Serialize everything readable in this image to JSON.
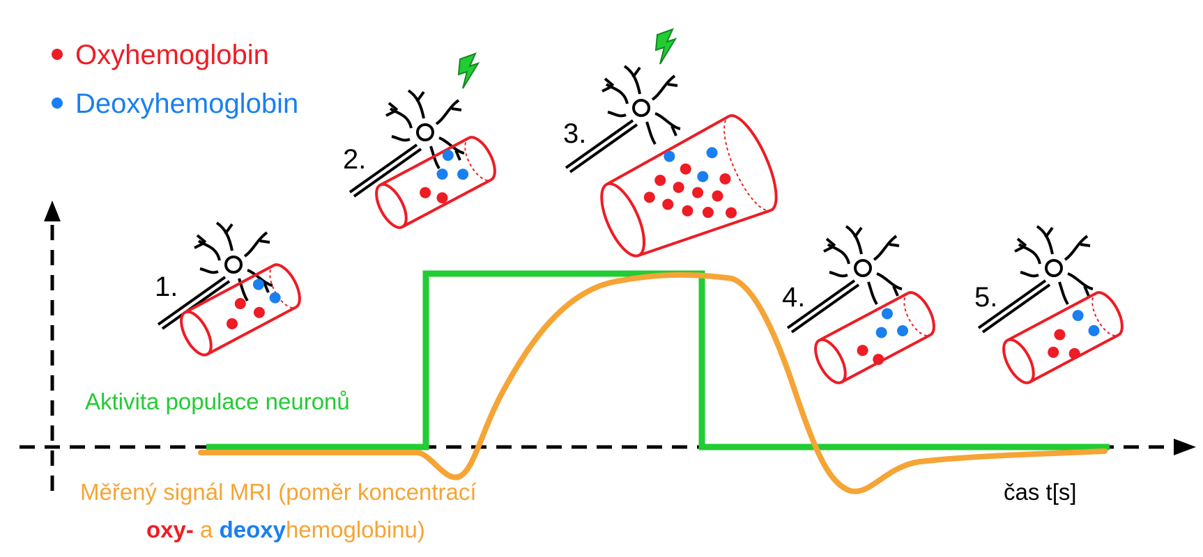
{
  "legend": {
    "oxy_label": "Oxyhemoglobin",
    "deoxy_label": "Deoxyhemoglobin"
  },
  "stages": [
    {
      "label": "1.",
      "oxy_dots": 3,
      "deoxy_dots": 2
    },
    {
      "label": "2.",
      "oxy_dots": 2,
      "deoxy_dots": 3
    },
    {
      "label": "3.",
      "oxy_dots": 11,
      "deoxy_dots": 3
    },
    {
      "label": "4.",
      "oxy_dots": 2,
      "deoxy_dots": 3
    },
    {
      "label": "5.",
      "oxy_dots": 3,
      "deoxy_dots": 2
    }
  ],
  "activity_label": "Aktivita populace neuronů",
  "signal_caption": {
    "line1": "Měřený signál MRI (poměr koncentrací",
    "oxy": "oxy-",
    "a": " a ",
    "deoxy": "deoxy",
    "rest": "hemoglobinu)"
  },
  "time_axis_label": "čas t[s]",
  "colors": {
    "oxy": "#ee1c24",
    "deoxy": "#1a7ff0",
    "activity": "#22cc33",
    "signal": "#f5a435",
    "lightning": "#22cc33",
    "axis": "#000000"
  }
}
